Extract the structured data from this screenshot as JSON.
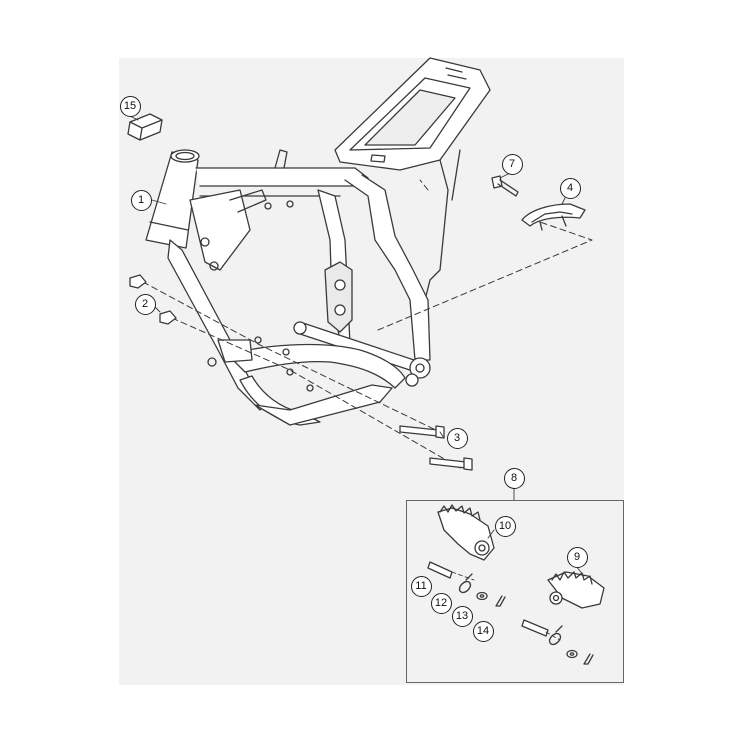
{
  "diagram": {
    "colors": {
      "background": "#ffffff",
      "sheet": "#f2f2f2",
      "line": "#3a3a3a",
      "callout_border": "#222222"
    },
    "callouts": [
      {
        "id": "c1",
        "label": "1",
        "part": "frame"
      },
      {
        "id": "c2",
        "label": "2",
        "part": "frame-nut"
      },
      {
        "id": "c3",
        "label": "3",
        "part": "frame-bolt"
      },
      {
        "id": "c4",
        "label": "4",
        "part": "chain-guide"
      },
      {
        "id": "c7",
        "label": "7",
        "part": "chain-guide-screw"
      },
      {
        "id": "c8",
        "label": "8",
        "part": "footrest-kit"
      },
      {
        "id": "c9",
        "label": "9",
        "part": "left-footrest"
      },
      {
        "id": "c10",
        "label": "10",
        "part": "right-footrest"
      },
      {
        "id": "c11",
        "label": "11",
        "part": "footrest-pin"
      },
      {
        "id": "c12",
        "label": "12",
        "part": "footrest-spring"
      },
      {
        "id": "c13",
        "label": "13",
        "part": "washer"
      },
      {
        "id": "c14",
        "label": "14",
        "part": "cotter-pin"
      },
      {
        "id": "c15",
        "label": "15",
        "part": "steering-head-cap"
      }
    ]
  }
}
